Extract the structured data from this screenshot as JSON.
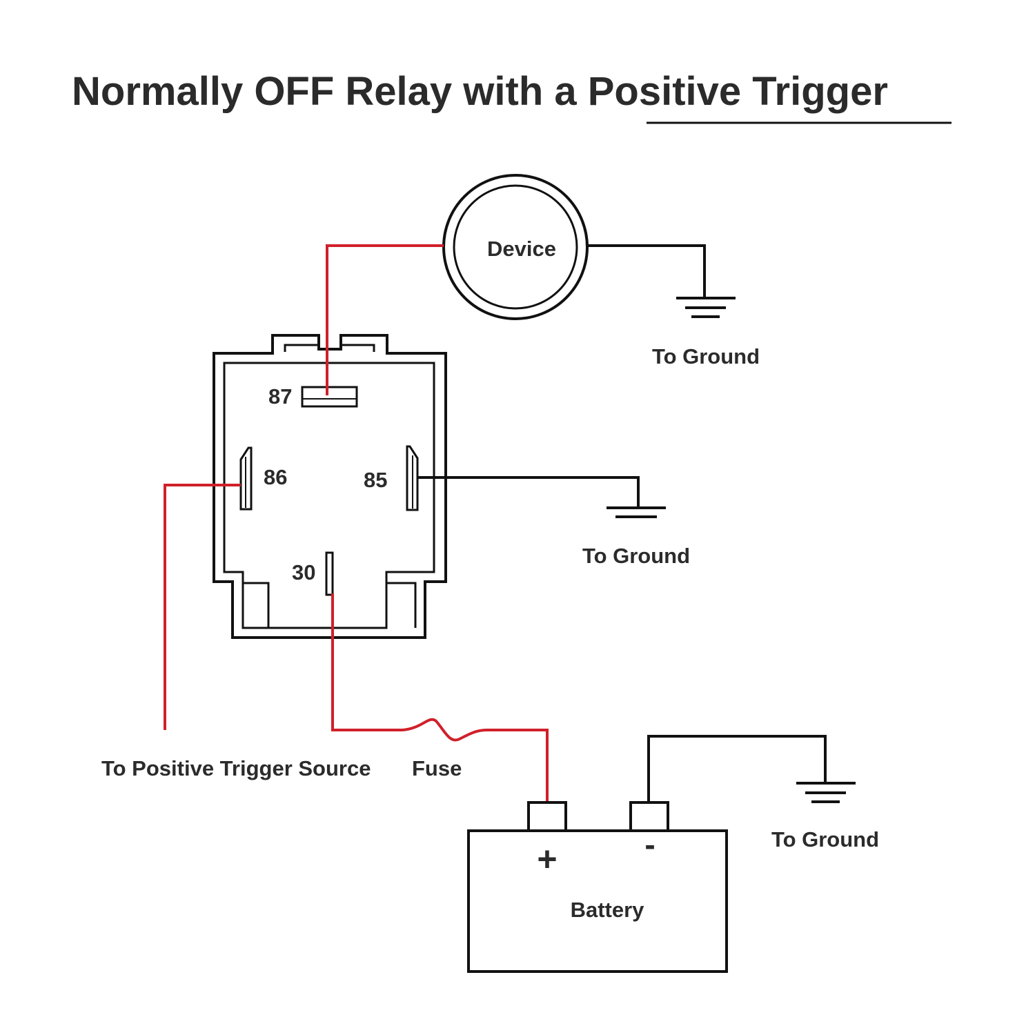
{
  "title": {
    "text_plain": "Normally OFF Relay with a ",
    "text_underlined": "Positive Trigger"
  },
  "relay": {
    "pins": {
      "p87": "87",
      "p86": "86",
      "p85": "85",
      "p30": "30"
    }
  },
  "device": {
    "label": "Device"
  },
  "labels": {
    "ground_device": "To Ground",
    "ground_relay": "To Ground",
    "ground_battery": "To Ground",
    "trigger_source": "To Positive Trigger Source",
    "fuse": "Fuse"
  },
  "battery": {
    "label": "Battery",
    "positive": "+",
    "negative": "-"
  },
  "colors": {
    "wire_positive": "#d0202a",
    "wire_ground": "#111111",
    "text": "#2b2b2b",
    "background": "#ffffff"
  }
}
